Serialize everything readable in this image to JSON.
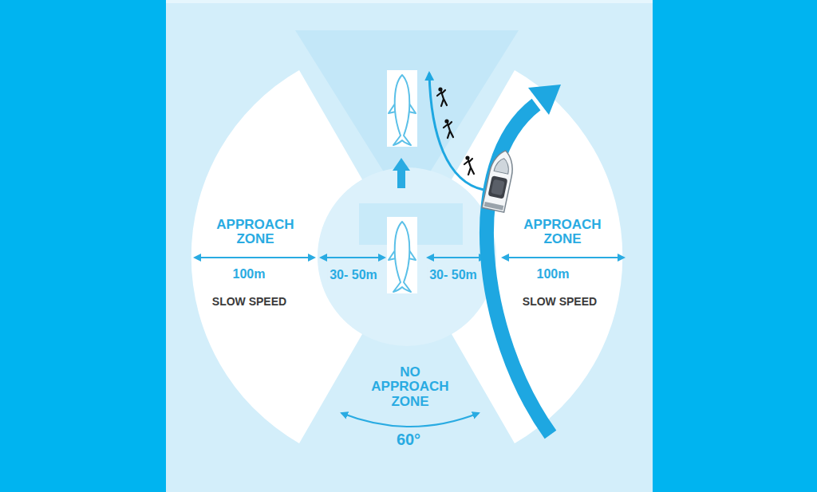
{
  "diagram": {
    "nodes": [
      {
        "text": [
          "APPROACH ZONE",
          "100m",
          "SLOW SPEED"
        ]
      },
      {
        "text": [
          "APPROACH ZONE",
          "100m",
          "SLOW SPEED"
        ]
      }
    ],
    "labels": [
      "30- 50m",
      "30- 50m",
      "NO APPROACH ZONE",
      "60°"
    ]
  }
}
